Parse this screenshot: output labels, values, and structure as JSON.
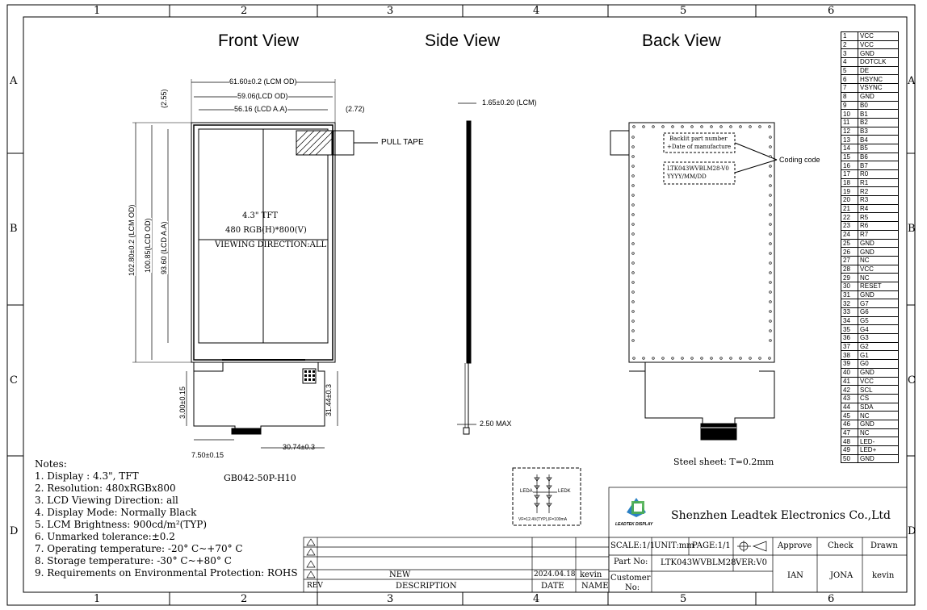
{
  "grid": {
    "columns": [
      "1",
      "2",
      "3",
      "4",
      "5",
      "6"
    ],
    "rows": [
      "A",
      "B",
      "C",
      "D"
    ]
  },
  "views": {
    "front": "Front View",
    "side": "Side View",
    "back": "Back View"
  },
  "front": {
    "lcm_od_w": "61.60±0.2 (LCM OD)",
    "lcd_od_w": "59.06(LCD OD)",
    "lcd_aa_w": "56.16 (LCD A.A)",
    "top_gap": "(2.55)",
    "right_gap": "(2.72)",
    "pull_tape": "PULL TAPE",
    "lcm_od_h": "102.80±0.2 (LCM OD)",
    "lcd_od_h": "100.85(LCD OD)",
    "lcd_aa_h": "93.60 (LCD A.A)",
    "panel_l1": "4.3\" TFT",
    "panel_l2": "480 RGB(H)*800(V)",
    "panel_l3": "VIEWING DIRECTION:ALL",
    "fpc_a": "3.00±0.15",
    "fpc_b": "31.44±0.3",
    "fpc_c": "7.50±0.15",
    "fpc_d": "30.74±0.3",
    "connector": "GB042-50P-H10"
  },
  "side": {
    "thickness": "1.65±0.20 (LCM)",
    "max": "2.50 MAX"
  },
  "back": {
    "label1": "Backlit part number",
    "label2": "+Date of manufacture",
    "label3": "LTK043WVBLM28-V0",
    "label4": "YYYY/MM/DD",
    "coding": "Coding code",
    "steel": "Steel sheet: T=0.2mm"
  },
  "led": {
    "leda": "LEDA",
    "ledk": "LEDK",
    "spec": "VF=12.4V(TYP),IF=100mA"
  },
  "notes": [
    "Notes:",
    "1. Display : 4.3\",  TFT",
    "2. Resolution: 480xRGBx800",
    "3. LCD Viewing Direction: all",
    "4. Display Mode: Normally Black",
    "5. LCM Brightness: 900cd/m²(TYP)",
    "6. Unmarked tolerance:±0.2",
    "7. Operating temperature: -20° C~+70° C",
    "8. Storage temperature: -30° C~+80° C",
    "9. Requirements on Environmental Protection: ROHS"
  ],
  "pins": [
    [
      "1",
      "VCC"
    ],
    [
      "2",
      "VCC"
    ],
    [
      "3",
      "GND"
    ],
    [
      "4",
      "DOTCLK"
    ],
    [
      "5",
      "DE"
    ],
    [
      "6",
      "HSYNC"
    ],
    [
      "7",
      "VSYNC"
    ],
    [
      "8",
      "GND"
    ],
    [
      "9",
      "B0"
    ],
    [
      "10",
      "B1"
    ],
    [
      "11",
      "B2"
    ],
    [
      "12",
      "B3"
    ],
    [
      "13",
      "B4"
    ],
    [
      "14",
      "B5"
    ],
    [
      "15",
      "B6"
    ],
    [
      "16",
      "B7"
    ],
    [
      "17",
      "R0"
    ],
    [
      "18",
      "R1"
    ],
    [
      "19",
      "R2"
    ],
    [
      "20",
      "R3"
    ],
    [
      "21",
      "R4"
    ],
    [
      "22",
      "R5"
    ],
    [
      "23",
      "R6"
    ],
    [
      "24",
      "R7"
    ],
    [
      "25",
      "GND"
    ],
    [
      "26",
      "GND"
    ],
    [
      "27",
      "NC"
    ],
    [
      "28",
      "VCC"
    ],
    [
      "29",
      "NC"
    ],
    [
      "30",
      "RESET"
    ],
    [
      "31",
      "GND"
    ],
    [
      "32",
      "G7"
    ],
    [
      "33",
      "G6"
    ],
    [
      "34",
      "G5"
    ],
    [
      "35",
      "G4"
    ],
    [
      "36",
      "G3"
    ],
    [
      "37",
      "G2"
    ],
    [
      "38",
      "G1"
    ],
    [
      "39",
      "G0"
    ],
    [
      "40",
      "GND"
    ],
    [
      "41",
      "VCC"
    ],
    [
      "42",
      "SCL"
    ],
    [
      "43",
      "CS"
    ],
    [
      "44",
      "SDA"
    ],
    [
      "45",
      "NC"
    ],
    [
      "46",
      "GND"
    ],
    [
      "47",
      "NC"
    ],
    [
      "48",
      "LED-"
    ],
    [
      "49",
      "LED+"
    ],
    [
      "50",
      "GND"
    ]
  ],
  "revision": {
    "new": "NEW",
    "date": "2024.04.18",
    "name": "kevin",
    "h_rev": "REV",
    "h_desc": "DESCRIPTION",
    "h_date": "DATE",
    "h_name": "NAME"
  },
  "titleblock": {
    "company": "Shenzhen Leadtek Electronics Co.,Ltd",
    "logo_text": "LEADTEK DISPLAY",
    "scale": "SCALE:1/1",
    "unit": "UNIT:mm",
    "page": "PAGE:1/1",
    "approve": "Approve",
    "check": "Check",
    "drawn": "Drawn",
    "part_label": "Part No:",
    "part_no": "LTK043WVBLM28",
    "ver": "VER:V0",
    "customer": "Customer",
    "customer_no": "No:",
    "approver": "IAN",
    "checker": "JONA",
    "drawer": "kevin"
  }
}
